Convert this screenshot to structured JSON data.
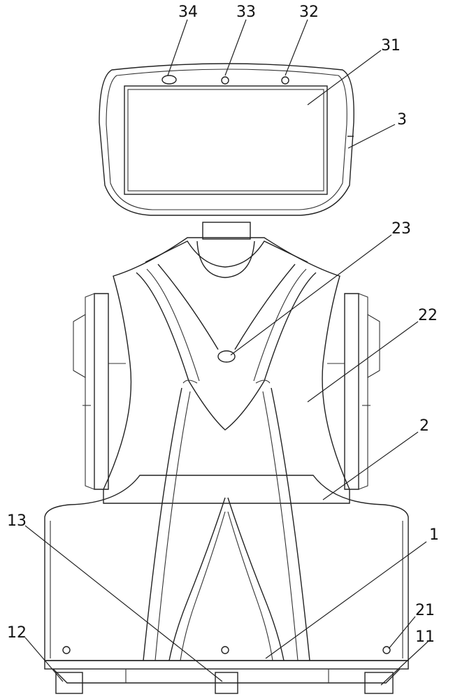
{
  "figure": {
    "labels": [
      "34",
      "33",
      "32",
      "31",
      "3",
      "23",
      "22",
      "2",
      "1",
      "21",
      "11",
      "13",
      "12"
    ]
  }
}
